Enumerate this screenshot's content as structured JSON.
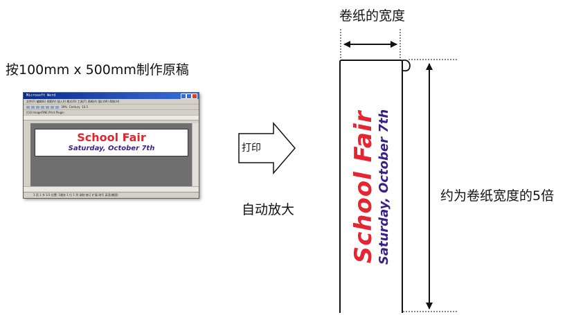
{
  "left_caption": "按100mm x 500mm制作原稿",
  "word_window": {
    "title": "Microsoft Word",
    "menu": "文件(F)  编辑(E)  视图(V)  插入(I)  格式(O)  工具(T)  表格(A)  窗口(W)  帮助(H)",
    "toolbar_font": "Century",
    "toolbar_size": "10.5",
    "toolbar_zoom": "39%",
    "tab_label": "打印 ImageFINE Print Plugin",
    "status": "1 页    1 节    1/1    位置: 1厘米    1 行  1 列    录制  修订  扩展  改写   英语(美国)"
  },
  "document": {
    "line1": "School Fair",
    "line2": "Saturday, October 7th"
  },
  "print_arrow_label": "打印",
  "auto_enlarge_label": "自动放大",
  "width_label": "卷纸的宽度",
  "length_label": "约为卷纸宽度的5倍",
  "colors": {
    "title_red": "#e0262f",
    "subtitle_purple": "#3b1f86"
  }
}
